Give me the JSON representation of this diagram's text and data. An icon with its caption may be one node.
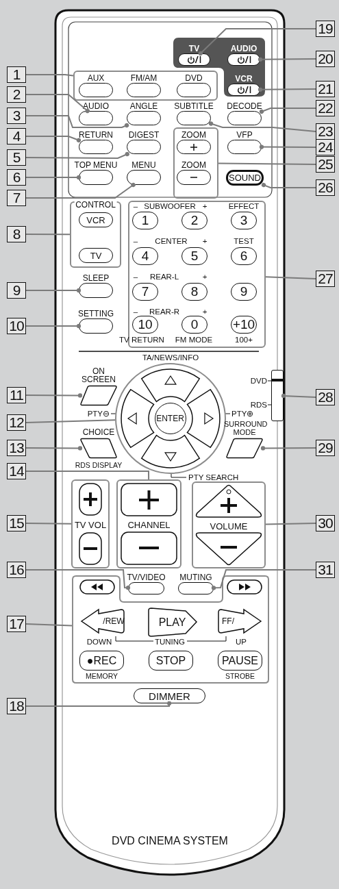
{
  "diagram": {
    "nodes": [
      {
        "text": [
          "1"
        ]
      },
      {
        "text": [
          "2"
        ]
      },
      {
        "text": [
          "3"
        ]
      },
      {
        "text": [
          "4"
        ]
      },
      {
        "text": [
          "5"
        ]
      },
      {
        "text": [
          "6"
        ]
      },
      {
        "text": [
          "7"
        ]
      },
      {
        "text": [
          "8"
        ]
      },
      {
        "text": [
          "9"
        ]
      },
      {
        "text": [
          "10"
        ]
      },
      {
        "text": [
          "11"
        ]
      },
      {
        "text": [
          "12"
        ]
      },
      {
        "text": [
          "13"
        ]
      },
      {
        "text": [
          "14"
        ]
      },
      {
        "text": [
          "15"
        ]
      },
      {
        "text": [
          "16"
        ]
      },
      {
        "text": [
          "17"
        ]
      },
      {
        "text": [
          "18"
        ]
      },
      {
        "text": [
          "19"
        ]
      },
      {
        "text": [
          "20"
        ]
      },
      {
        "text": [
          "21"
        ]
      },
      {
        "text": [
          "22"
        ]
      },
      {
        "text": [
          "23"
        ]
      },
      {
        "text": [
          "24"
        ]
      },
      {
        "text": [
          "25"
        ]
      },
      {
        "text": [
          "26"
        ]
      },
      {
        "text": [
          "27"
        ]
      },
      {
        "text": [
          "28"
        ]
      },
      {
        "text": [
          "29"
        ]
      },
      {
        "text": [
          "30"
        ]
      },
      {
        "text": [
          "31"
        ]
      },
      {
        "text": [
          "DVD CINEMA SYSTEM"
        ]
      },
      {
        "text": [
          "TV"
        ],
        "in": 31
      },
      {
        "text": [
          "AUDIO"
        ],
        "in": 31
      },
      {
        "text": [
          "VCR"
        ],
        "in": 31
      },
      {
        "text": [],
        "shape": "box",
        "in": 31
      },
      {
        "text": [
          "AUX"
        ],
        "in": 35
      },
      {
        "text": [
          "FM/AM"
        ],
        "in": 35
      },
      {
        "text": [
          "DVD"
        ],
        "in": 35
      },
      {
        "text": [
          "AUDIO"
        ],
        "in": 31
      },
      {
        "text": [
          "ANGLE"
        ],
        "in": 31
      },
      {
        "text": [
          "SUBTITLE"
        ],
        "in": 31
      },
      {
        "text": [
          "DECODE"
        ],
        "in": 31
      },
      {
        "text": [
          "RETURN"
        ],
        "in": 31
      },
      {
        "text": [
          "DIGEST"
        ],
        "in": 31
      },
      {
        "text": [],
        "shape": "box",
        "in": 31
      },
      {
        "text": [
          "ZOOM"
        ],
        "in": 45
      },
      {
        "text": [
          "VFP"
        ],
        "in": 31
      },
      {
        "text": [
          "TOP MENU"
        ],
        "in": 31
      },
      {
        "text": [
          "MENU"
        ],
        "in": 31
      },
      {
        "text": [
          "ZOOM"
        ],
        "in": 45
      },
      {
        "text": [
          "SOUND"
        ],
        "in": 31
      },
      {
        "text": [
          "CONTROL"
        ],
        "in": 31
      },
      {
        "text": [
          "VCR"
        ],
        "in": 52
      },
      {
        "text": [
          "TV"
        ],
        "in": 52
      },
      {
        "text": [],
        "shape": "box",
        "in": 31
      },
      {
        "text": [
          "1"
        ],
        "in": 55
      },
      {
        "text": [
          "2"
        ],
        "in": 55
      },
      {
        "text": [
          "3"
        ],
        "in": 55,
        "beside": [
          "EFFECT"
        ]
      },
      {
        "text": [
          "4"
        ],
        "in": 55
      },
      {
        "text": [
          "5"
        ],
        "in": 55
      },
      {
        "text": [
          "6"
        ],
        "in": 55,
        "beside": [
          "TEST"
        ]
      },
      {
        "text": [
          "7"
        ],
        "in": 55
      },
      {
        "text": [
          "8"
        ],
        "in": 55
      },
      {
        "text": [
          "9"
        ],
        "in": 55
      },
      {
        "text": [
          "10"
        ],
        "in": 55,
        "beside": [
          "TV RETURN"
        ]
      },
      {
        "text": [
          "0"
        ],
        "in": 55,
        "beside": [
          "FM MODE"
        ]
      },
      {
        "text": [
          "+10"
        ],
        "in": 55,
        "beside": [
          "100+"
        ]
      },
      {
        "text": [
          "SLEEP"
        ],
        "in": 31
      },
      {
        "text": [
          "SETTING"
        ],
        "in": 31
      },
      {
        "text": [
          "ON SCREEN"
        ],
        "in": 31
      },
      {
        "text": [],
        "shape": "circle",
        "in": 31
      },
      {
        "text": [
          "ENTER"
        ],
        "in": 71
      },
      {
        "text": [
          "CHOICE",
          "RDS DISPLAY"
        ],
        "in": 31
      },
      {
        "text": [
          "SURROUND MODE"
        ],
        "in": 31
      },
      {
        "text": [],
        "shape": "box",
        "in": 31,
        "beside": [
          "DVD",
          "RDS"
        ]
      },
      {
        "text": [
          "TV VOL"
        ],
        "in": 31
      },
      {
        "text": [
          "CHANNEL"
        ],
        "in": 31
      },
      {
        "text": [
          "VOLUME"
        ],
        "in": 31
      },
      {
        "text": [],
        "shape": "box",
        "in": 31
      },
      {
        "text": [
          "TV/VIDEO"
        ],
        "in": 31
      },
      {
        "text": [
          "MUTING"
        ],
        "in": 31
      },
      {
        "text": [
          "/REW"
        ],
        "in": 79
      },
      {
        "text": [
          "PLAY"
        ],
        "in": 79
      },
      {
        "text": [
          "FF/"
        ],
        "in": 79
      },
      {
        "text": [
          "●REC",
          "MEMORY"
        ],
        "in": 79
      },
      {
        "text": [
          "STOP"
        ],
        "in": 79
      },
      {
        "text": [
          "PAUSE",
          "STROBE"
        ],
        "in": 79
      },
      {
        "text": [
          "DIMMER"
        ],
        "in": 31
      },
      {
        "text": [],
        "shape": "box",
        "in": 71
      },
      {
        "text": [],
        "shape": "box",
        "in": 71
      },
      {
        "text": [],
        "shape": "box",
        "in": 71
      },
      {
        "text": [],
        "shape": "box",
        "in": 71
      }
    ],
    "edges": [
      {
        "from": 0,
        "to": 35,
        "arrow": "none"
      },
      {
        "from": 1,
        "to": 39,
        "arrow": "other"
      },
      {
        "from": 2,
        "to": 40,
        "arrow": "other"
      },
      {
        "from": 3,
        "to": 43,
        "arrow": "other"
      },
      {
        "from": 4,
        "to": 44,
        "arrow": "other"
      },
      {
        "from": 5,
        "to": 48,
        "arrow": "other"
      },
      {
        "from": 6,
        "to": 49,
        "arrow": "other"
      },
      {
        "from": 7,
        "to": 52,
        "arrow": "none"
      },
      {
        "from": 8,
        "to": 68,
        "arrow": "other"
      },
      {
        "from": 9,
        "to": 69,
        "arrow": "other"
      },
      {
        "from": 10,
        "to": 70,
        "arrow": "other"
      },
      {
        "from": 11,
        "to": 71,
        "arrow": "none"
      },
      {
        "from": 12,
        "to": 73,
        "arrow": "other"
      },
      {
        "from": 13,
        "to": 77,
        "arrow": "none"
      },
      {
        "from": 14,
        "to": 76,
        "arrow": "none"
      },
      {
        "from": 15,
        "to": 80,
        "arrow": "other"
      },
      {
        "from": 16,
        "to": 79,
        "arrow": "none"
      },
      {
        "from": 17,
        "to": 88,
        "arrow": "other"
      },
      {
        "from": 18,
        "to": 32,
        "arrow": "other"
      },
      {
        "from": 19,
        "to": 33,
        "arrow": "other"
      },
      {
        "from": 20,
        "to": 34,
        "arrow": "other"
      },
      {
        "from": 21,
        "to": 42,
        "arrow": "other"
      },
      {
        "from": 22,
        "to": 41,
        "arrow": "other"
      },
      {
        "from": 23,
        "to": 47,
        "arrow": "other"
      },
      {
        "from": 24,
        "to": 45,
        "arrow": "none"
      },
      {
        "from": 25,
        "to": 51,
        "arrow": "other"
      },
      {
        "from": 26,
        "to": 55,
        "arrow": "none"
      },
      {
        "from": 27,
        "to": 75,
        "arrow": "other"
      },
      {
        "from": 28,
        "to": 74,
        "arrow": "other"
      },
      {
        "from": 29,
        "to": 78,
        "arrow": "none"
      },
      {
        "from": 30,
        "to": 81,
        "arrow": "other"
      }
    ],
    "labels": [
      "–",
      "SUBWOOFER",
      "+",
      "–",
      "CENTER",
      "+",
      "–",
      "REAR-L",
      "+",
      "–",
      "REAR-R",
      "+",
      "TA/NEWS/INFO",
      "PTY⊖",
      "PTY⊕",
      "PTY SEARCH",
      "DOWN",
      "TUNING",
      "UP"
    ]
  }
}
